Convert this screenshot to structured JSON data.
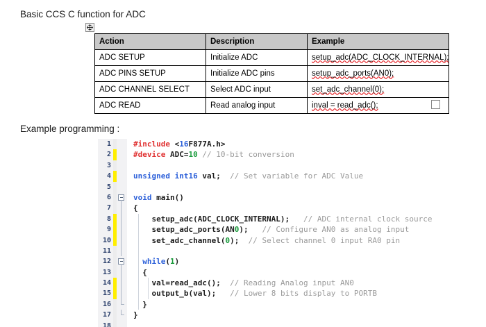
{
  "document": {
    "heading_adc": "Basic CCS C function for ADC",
    "heading_example": "Example programming :"
  },
  "table": {
    "move_handle_icon": "move-cross-icon",
    "resize_handle_icon": "resize-square-icon",
    "headers": [
      "Action",
      "Description",
      "Example"
    ],
    "rows": [
      {
        "action": "ADC SETUP",
        "description": "Initialize ADC",
        "example": "setup_adc(ADC_CLOCK_INTERNAL);"
      },
      {
        "action": "ADC PINS SETUP",
        "description": "Initialize ADC pins",
        "example": "setup_adc_ports(AN0);"
      },
      {
        "action": "ADC CHANNEL SELECT",
        "description": "Select ADC input",
        "example": "set_adc_channel(0);"
      },
      {
        "action": "ADC READ",
        "description": "Read analog input",
        "example": "inval = read_adc();"
      }
    ]
  },
  "code": {
    "language": "C",
    "colors": {
      "preprocessor": "#e03030",
      "keyword": "#2b5fd9",
      "number": "#1a9b3c",
      "comment": "#9a9a9a",
      "plain": "#1c1c1c",
      "gutter_bg": "#f2f2f4",
      "gutter_fg": "#2a3f6b",
      "change_marker": "#ffee00"
    },
    "lines": [
      {
        "n": "1",
        "modified": false,
        "text": "#include <16F877A.h>"
      },
      {
        "n": "2",
        "modified": true,
        "text": "#device ADC=10 // 10-bit conversion"
      },
      {
        "n": "3",
        "modified": false,
        "text": ""
      },
      {
        "n": "4",
        "modified": true,
        "text": "unsigned int16 val;  // Set variable for ADC Value"
      },
      {
        "n": "5",
        "modified": false,
        "text": ""
      },
      {
        "n": "6",
        "modified": false,
        "text": "void main()"
      },
      {
        "n": "7",
        "modified": false,
        "text": "{"
      },
      {
        "n": "8",
        "modified": true,
        "text": "    setup_adc(ADC_CLOCK_INTERNAL);   // ADC internal clock source"
      },
      {
        "n": "9",
        "modified": true,
        "text": "    setup_adc_ports(AN0);   // Configure AN0 as analog input"
      },
      {
        "n": "10",
        "modified": true,
        "text": "    set_adc_channel(0);  // Select channel 0 input RA0 pin"
      },
      {
        "n": "11",
        "modified": false,
        "text": ""
      },
      {
        "n": "12",
        "modified": false,
        "text": "  while(1)"
      },
      {
        "n": "13",
        "modified": false,
        "text": "  {"
      },
      {
        "n": "14",
        "modified": true,
        "text": "    val=read_adc();  // Reading Analog input AN0"
      },
      {
        "n": "15",
        "modified": true,
        "text": "    output_b(val);   // Lower 8 bits display to PORTB"
      },
      {
        "n": "16",
        "modified": false,
        "text": "  }"
      },
      {
        "n": "17",
        "modified": false,
        "text": "}"
      },
      {
        "n": "18",
        "modified": false,
        "text": ""
      }
    ]
  }
}
